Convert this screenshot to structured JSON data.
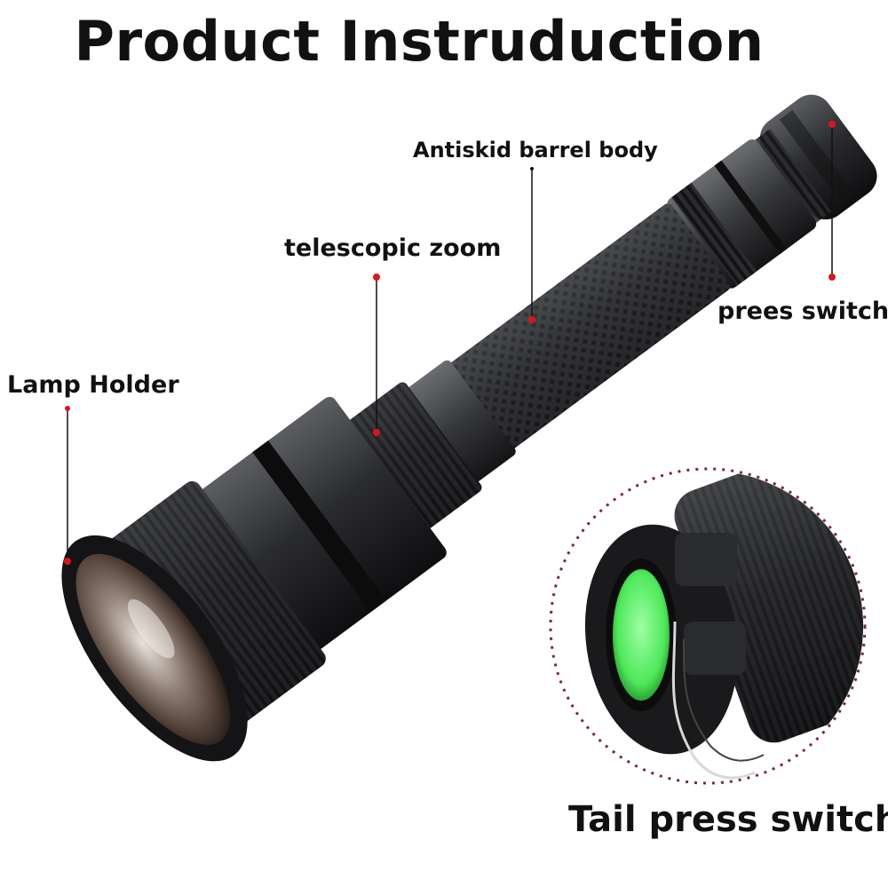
{
  "title": "Product Instruduction",
  "callouts": {
    "antiskid": "Antiskid barrel body",
    "zoom": "telescopic zoom",
    "lamp": "Lamp Holder",
    "switch": "prees switch",
    "tail": "Tail press switch"
  },
  "colors": {
    "marker": "#d9161c",
    "dashed_circle": "#7b2a3a",
    "lens_glow": "#5cff6a"
  }
}
